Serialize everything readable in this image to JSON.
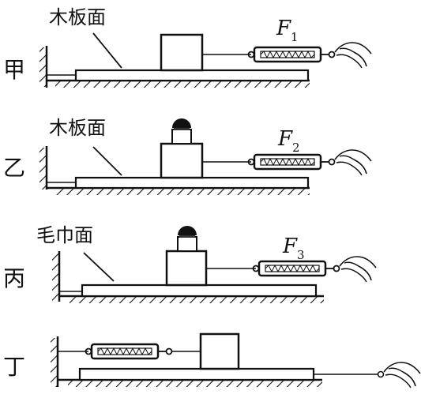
{
  "rows": [
    {
      "label": "甲",
      "surface": "木板面",
      "force": "F",
      "force_sub": "1"
    },
    {
      "label": "乙",
      "surface": "木板面",
      "force": "F",
      "force_sub": "2"
    },
    {
      "label": "丙",
      "surface": "毛巾面",
      "force": "F",
      "force_sub": "3"
    },
    {
      "label": "丁"
    }
  ]
}
